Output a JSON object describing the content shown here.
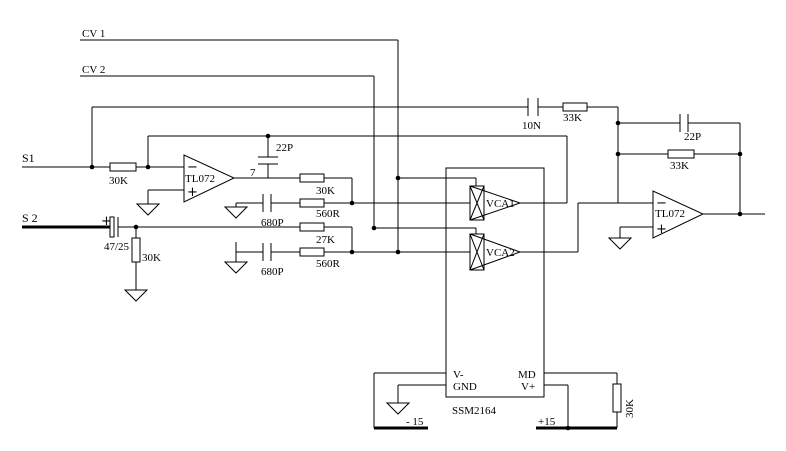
{
  "inputs": {
    "s1": "S1",
    "s2": "S 2",
    "cv1": "CV 1",
    "cv2": "CV 2"
  },
  "opamp1": {
    "name": "TL072",
    "minus": "−",
    "plus": "+",
    "pin": "7"
  },
  "opamp2": {
    "name": "TL072",
    "minus": "−",
    "plus": "+"
  },
  "components": {
    "r_in1": "30K",
    "c_fb1": "22P",
    "r_30k_a": "30K",
    "c_680p_a": "680P",
    "r_560r_a": "560R",
    "r_27k": "27K",
    "c_680p_b": "680P",
    "r_560r_b": "560R",
    "c_4725": "47/25",
    "c_4725_plus": "+",
    "r_gnd_30k": "30K",
    "c_10n": "10N",
    "r_33k_top": "33K",
    "c_22p_out": "22P",
    "r_33k_fb": "33K",
    "r_md_30k": "30K"
  },
  "ic": {
    "name": "SSM2164",
    "vca1": "VCA1",
    "vca2": "VCA2",
    "v_minus": "V-",
    "gnd": "GND",
    "md": "MD",
    "v_plus": "V+"
  },
  "rails": {
    "neg": "- 15",
    "pos": "+15"
  }
}
